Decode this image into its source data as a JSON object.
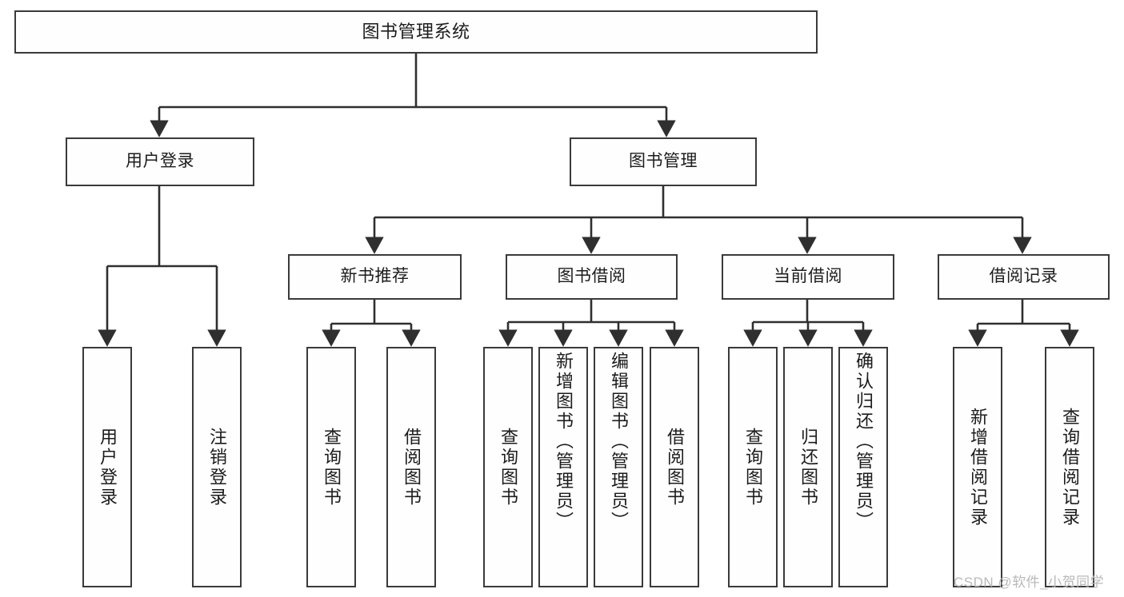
{
  "diagram": {
    "title": "图书管理系统",
    "type": "tree-hierarchy-chart",
    "root": {
      "label": "图书管理系统"
    },
    "level1": [
      {
        "label": "用户登录"
      },
      {
        "label": "图书管理"
      }
    ],
    "level2": [
      {
        "label": "新书推荐"
      },
      {
        "label": "图书借阅"
      },
      {
        "label": "当前借阅"
      },
      {
        "label": "借阅记录"
      }
    ],
    "leaves": {
      "user_login": [
        {
          "label": "用户登录"
        },
        {
          "label": "注销登录"
        }
      ],
      "new_book_recommend": [
        {
          "label": "查询图书"
        },
        {
          "label": "借阅图书"
        }
      ],
      "book_borrow": [
        {
          "label": "查询图书"
        },
        {
          "label": "新增图书（管理员）"
        },
        {
          "label": "编辑图书（管理员）"
        },
        {
          "label": "借阅图书"
        }
      ],
      "current_borrow": [
        {
          "label": "查询图书"
        },
        {
          "label": "归还图书"
        },
        {
          "label": "确认归还（管理员）"
        }
      ],
      "borrow_record": [
        {
          "label": "新增借阅记录"
        },
        {
          "label": "查询借阅记录"
        }
      ]
    },
    "watermark": "CSDN @软件_小贺同学",
    "colors": {
      "border": "#3a3a3a",
      "text": "#1c1c1c",
      "background": "#ffffff",
      "watermark": "#b9b9b9"
    }
  }
}
